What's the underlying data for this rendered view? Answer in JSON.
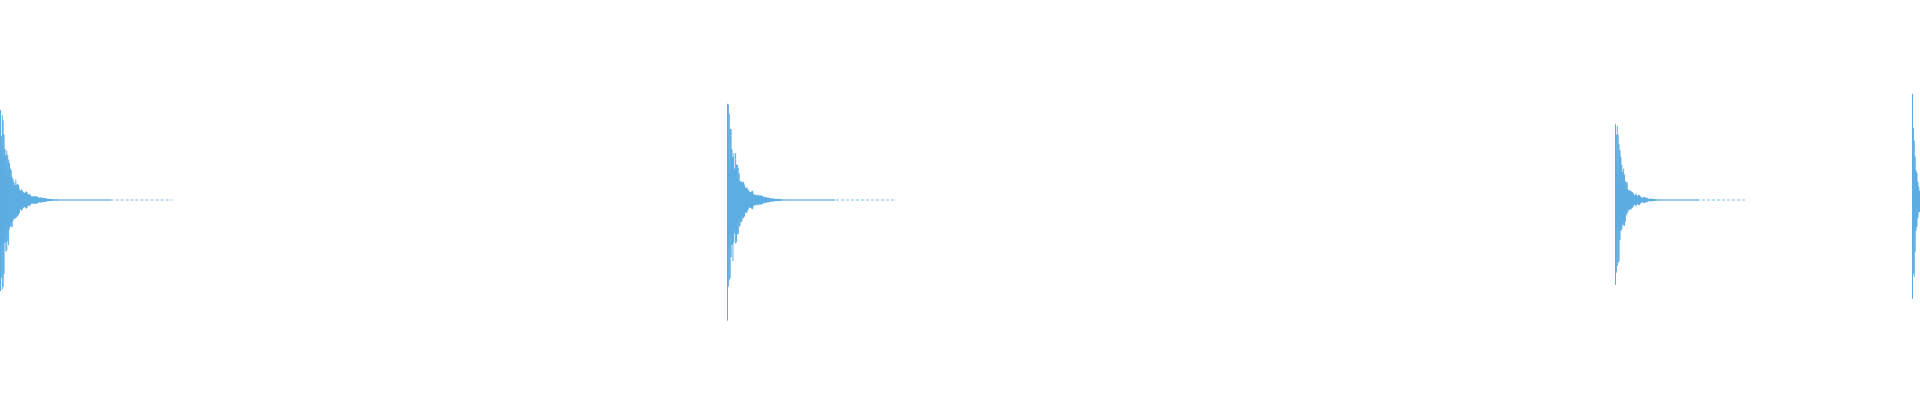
{
  "waveform": {
    "color": "#5dade2",
    "transients": [
      {
        "time_fraction": 0.0,
        "peak_amplitude": 0.59,
        "decay_fraction": 0.058
      },
      {
        "time_fraction": 0.3786,
        "peak_amplitude": 0.61,
        "decay_fraction": 0.056
      },
      {
        "time_fraction": 0.8411,
        "peak_amplitude": 0.55,
        "decay_fraction": 0.044
      },
      {
        "time_fraction": 0.9958,
        "peak_amplitude": 0.74,
        "decay_fraction": 0.02
      }
    ]
  }
}
